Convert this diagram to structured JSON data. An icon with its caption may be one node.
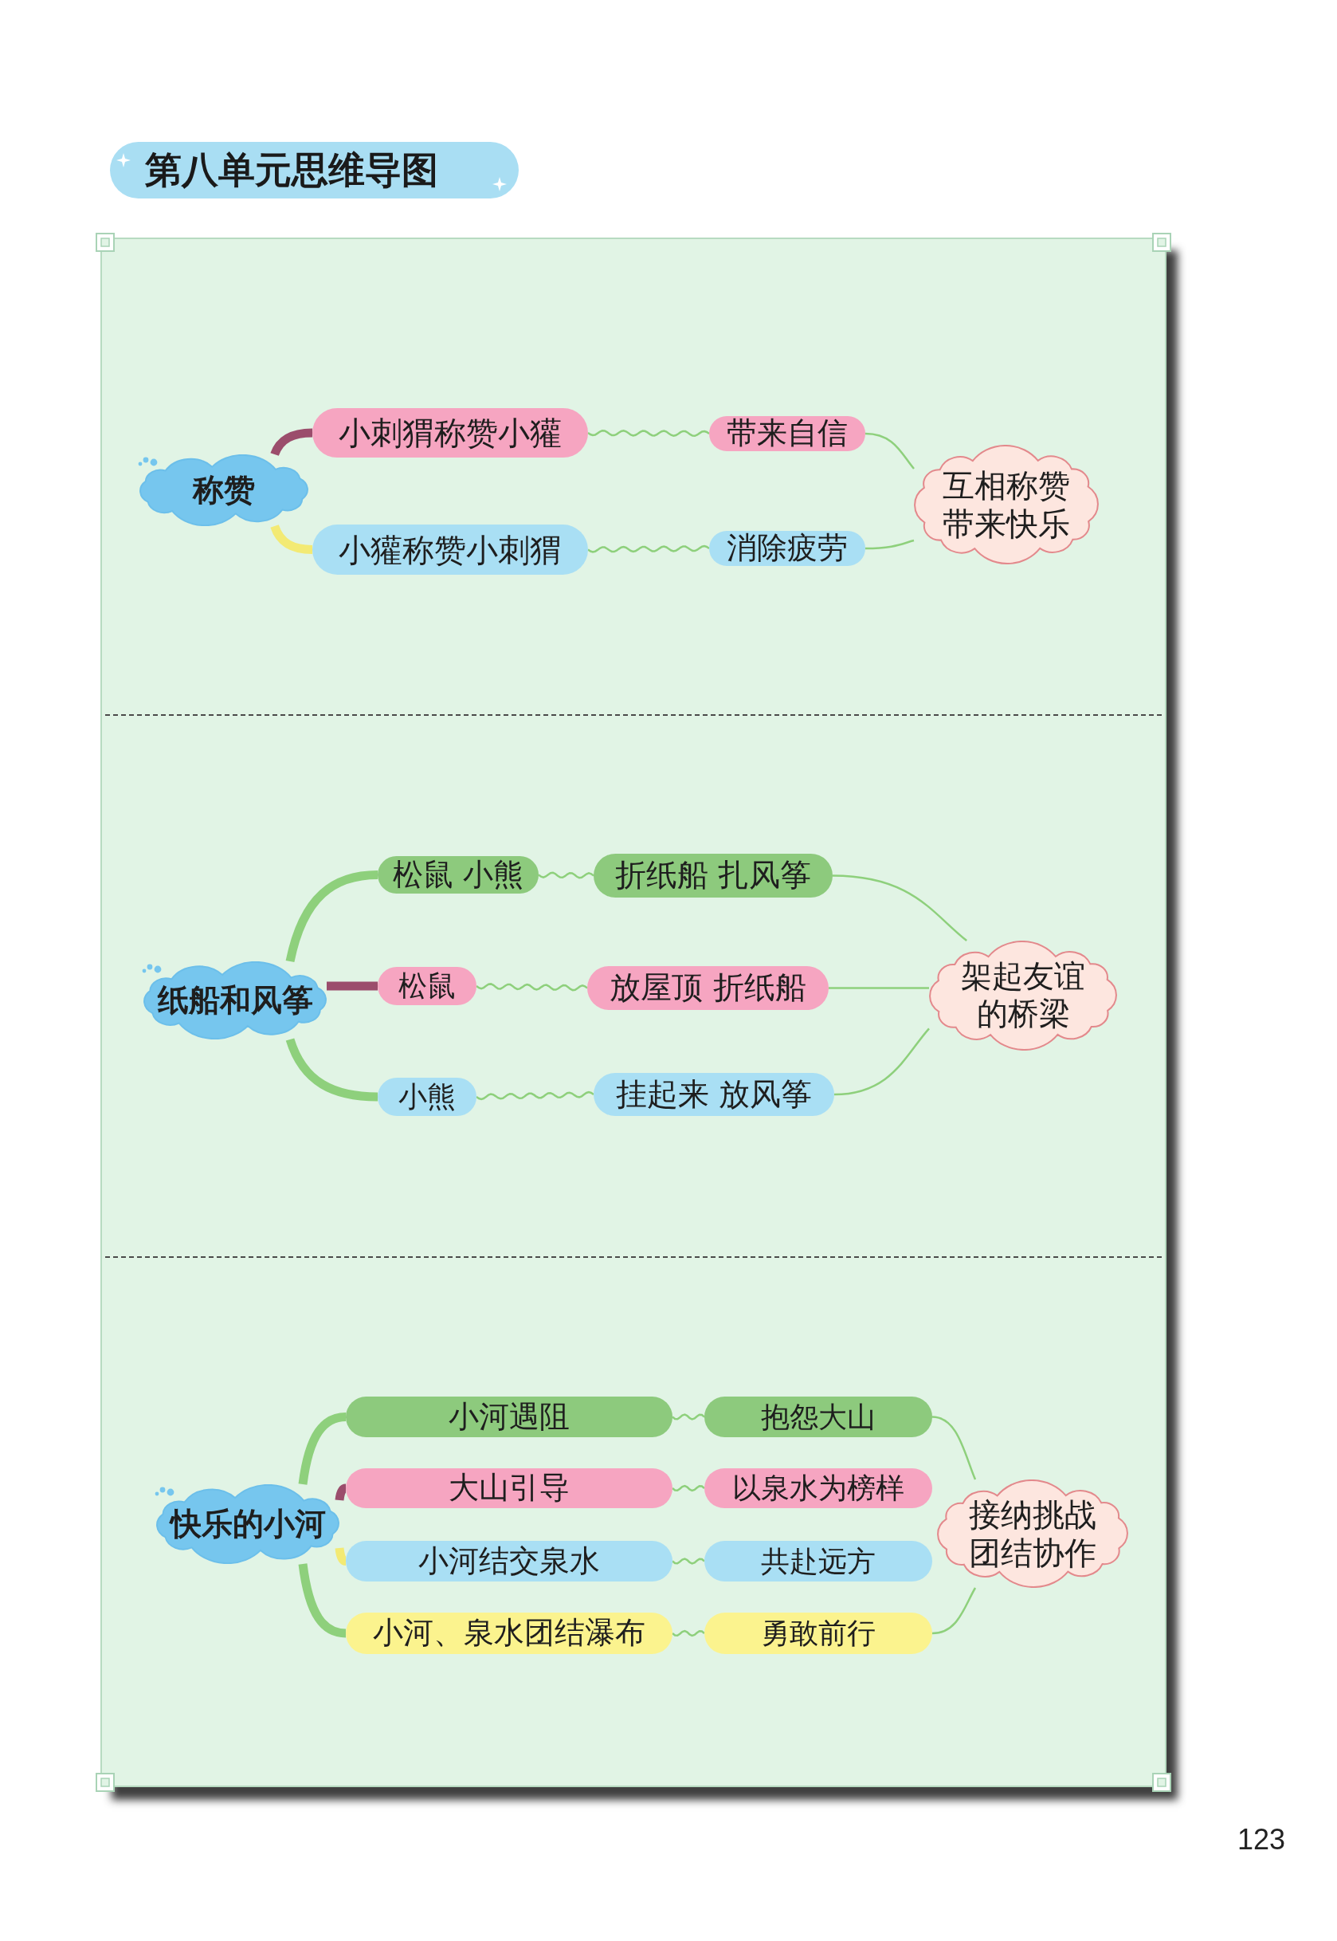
{
  "diagram": {
    "title": "第八单元思维导图",
    "nodes": [
      {
        "text": [
          "称赞"
        ]
      },
      {
        "text": [
          "小刺猬称赞小獾"
        ]
      },
      {
        "text": [
          "小獾称赞小刺猬"
        ]
      },
      {
        "text": [
          "带来自信"
        ]
      },
      {
        "text": [
          "消除疲劳"
        ]
      },
      {
        "text": [
          "互相称赞带来快乐"
        ]
      },
      {
        "text": [
          "纸船和风筝"
        ]
      },
      {
        "text": [
          "松鼠 小熊"
        ]
      },
      {
        "text": [
          "松鼠"
        ]
      },
      {
        "text": [
          "小熊"
        ]
      },
      {
        "text": [
          "折纸船 扎风筝"
        ]
      },
      {
        "text": [
          "放屋顶 折纸船"
        ]
      },
      {
        "text": [
          "挂起来 放风筝"
        ]
      },
      {
        "text": [
          "架起友谊的桥梁"
        ]
      },
      {
        "text": [
          "快乐的小河"
        ]
      },
      {
        "text": [
          "小河遇阻"
        ]
      },
      {
        "text": [
          "大山引导"
        ]
      },
      {
        "text": [
          "小河结交泉水"
        ]
      },
      {
        "text": [
          "小河、泉水团结瀑布"
        ]
      },
      {
        "text": [
          "抱怨大山"
        ]
      },
      {
        "text": [
          "以泉水为榜样"
        ]
      },
      {
        "text": [
          "共赴远方"
        ]
      },
      {
        "text": [
          "勇敢前行"
        ]
      },
      {
        "text": [
          "接纳挑战团结协作"
        ]
      }
    ],
    "edges": [
      {
        "from": 0,
        "to": 1,
        "arrow": "none",
        "style": "thick",
        "color": "#9b4d6c"
      },
      {
        "from": 0,
        "to": 2,
        "arrow": "none",
        "style": "thick",
        "color": "#f3ea74"
      },
      {
        "from": 1,
        "to": 3,
        "arrow": "none"
      },
      {
        "from": 2,
        "to": 4,
        "arrow": "none"
      },
      {
        "from": 3,
        "to": 5,
        "arrow": "none"
      },
      {
        "from": 4,
        "to": 5,
        "arrow": "none"
      },
      {
        "from": 6,
        "to": 7,
        "arrow": "none",
        "style": "thick"
      },
      {
        "from": 6,
        "to": 8,
        "arrow": "none",
        "style": "thick",
        "color": "#9b4d6c"
      },
      {
        "from": 6,
        "to": 9,
        "arrow": "none",
        "style": "thick"
      },
      {
        "from": 7,
        "to": 10,
        "arrow": "none"
      },
      {
        "from": 8,
        "to": 11,
        "arrow": "none"
      },
      {
        "from": 9,
        "to": 12,
        "arrow": "none"
      },
      {
        "from": 10,
        "to": 13,
        "arrow": "none"
      },
      {
        "from": 11,
        "to": 13,
        "arrow": "none"
      },
      {
        "from": 12,
        "to": 13,
        "arrow": "none"
      },
      {
        "from": 14,
        "to": 15,
        "arrow": "none",
        "style": "thick"
      },
      {
        "from": 14,
        "to": 16,
        "arrow": "none",
        "style": "thick",
        "color": "#9b4d6c"
      },
      {
        "from": 14,
        "to": 17,
        "arrow": "none",
        "style": "thick",
        "color": "#f3ea74"
      },
      {
        "from": 14,
        "to": 18,
        "arrow": "none",
        "style": "thick"
      },
      {
        "from": 15,
        "to": 19,
        "arrow": "none"
      },
      {
        "from": 16,
        "to": 20,
        "arrow": "none"
      },
      {
        "from": 17,
        "to": 21,
        "arrow": "none"
      },
      {
        "from": 18,
        "to": 22,
        "arrow": "none"
      },
      {
        "from": 19,
        "to": 23,
        "arrow": "none"
      },
      {
        "from": 22,
        "to": 23,
        "arrow": "none"
      }
    ],
    "labels": [
      "123"
    ]
  }
}
